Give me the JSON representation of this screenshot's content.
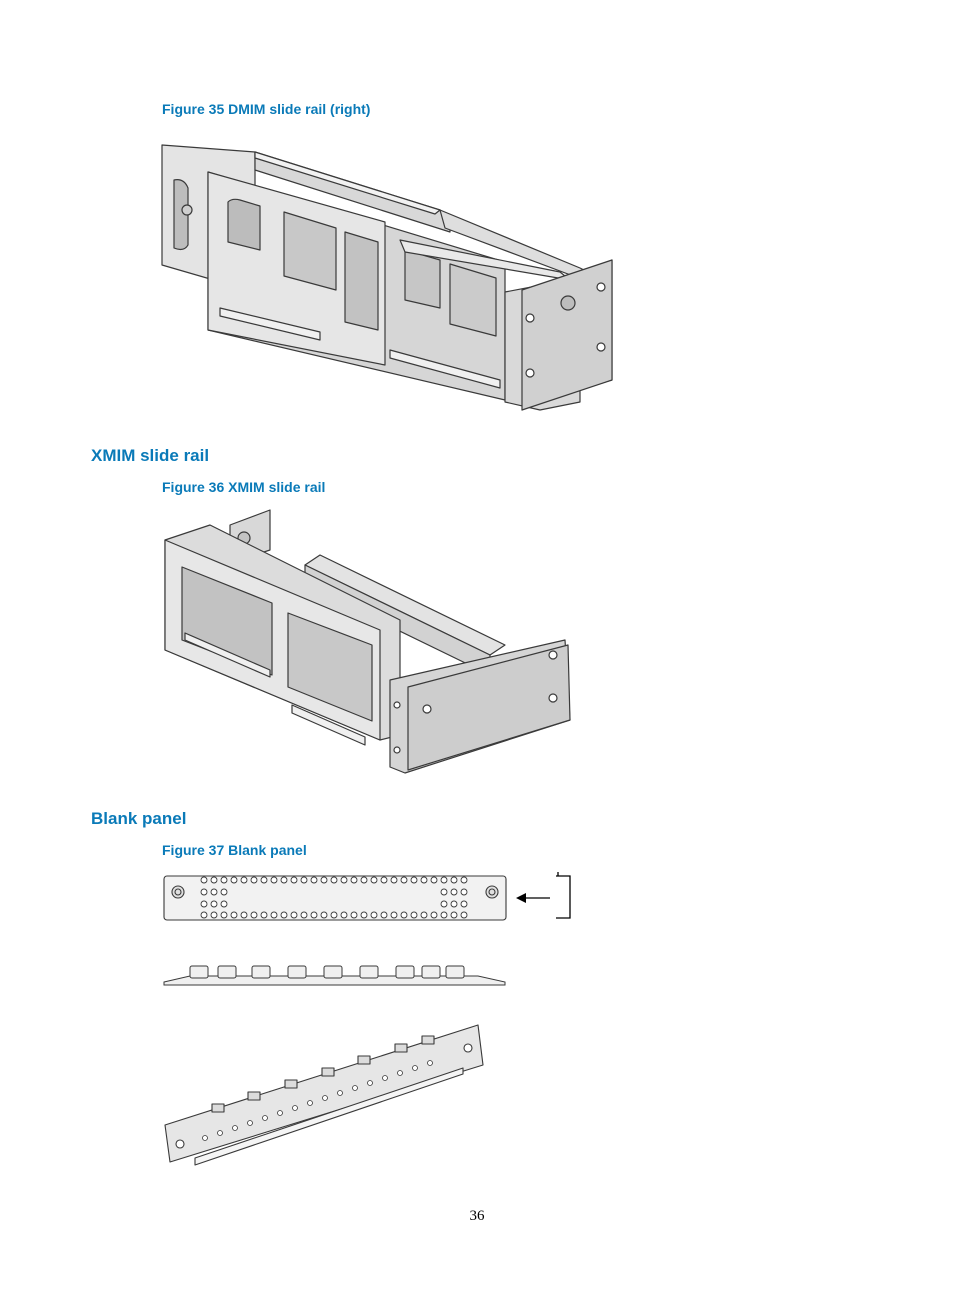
{
  "figures": {
    "fig35": {
      "caption": "Figure 35 DMIM slide rail (right)"
    },
    "fig36": {
      "caption": "Figure 36 XMIM slide rail"
    },
    "fig37": {
      "caption": "Figure 37 Blank panel"
    }
  },
  "sections": {
    "xmim": {
      "heading": "XMIM slide rail"
    },
    "blank": {
      "heading": "Blank panel"
    }
  },
  "footer": {
    "page_number": "36"
  }
}
